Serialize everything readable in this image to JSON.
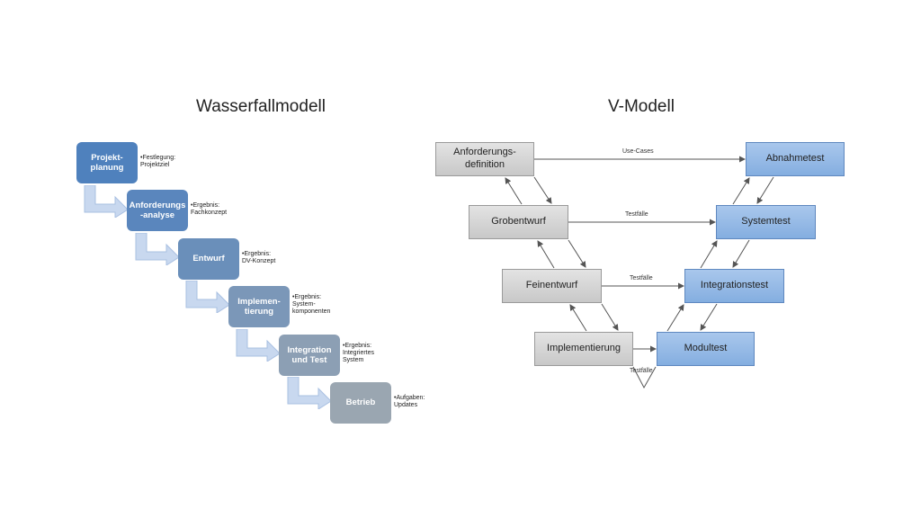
{
  "colors": {
    "waterfall_steps": [
      "#4f81bd",
      "#5a86bd",
      "#6a8fba",
      "#7b97b8",
      "#8c9fb4",
      "#9aa6b1"
    ],
    "waterfall_arrow_fill": "#c8d8ef",
    "waterfall_arrow_stroke": "#a9c0e2",
    "vmodel_left_box": "#d4d4d4",
    "vmodel_right_box": "#95b8e5",
    "connector": "#555555"
  },
  "waterfall": {
    "title": "Wasserfallmodell",
    "steps": [
      {
        "label": "Projekt-\nplanung",
        "note": "•Festlegung:\nProjektziel"
      },
      {
        "label": "Anforderungs\n-analyse",
        "note": "•Ergebnis:\nFachkonzept"
      },
      {
        "label": "Entwurf",
        "note": "•Ergebnis:\nDV-Konzept"
      },
      {
        "label": "Implemen-\ntierung",
        "note": "•Ergebnis:\nSystem-\nkomponenten"
      },
      {
        "label": "Integration\nund Test",
        "note": "•Ergebnis:\nIntegriertes\nSystem"
      },
      {
        "label": "Betrieb",
        "note": "•Aufgaben:\nUpdates"
      }
    ]
  },
  "vmodel": {
    "title": "V-Modell",
    "left": [
      {
        "label": "Anforderungs-\ndefinition"
      },
      {
        "label": "Grobentwurf"
      },
      {
        "label": "Feinentwurf"
      },
      {
        "label": "Implementierung"
      }
    ],
    "right": [
      {
        "label": "Abnahmetest"
      },
      {
        "label": "Systemtest"
      },
      {
        "label": "Integrationstest"
      },
      {
        "label": "Modultest"
      }
    ],
    "links": [
      {
        "label": "Use-Cases"
      },
      {
        "label": "Testfälle"
      },
      {
        "label": "Testfälle"
      },
      {
        "label": "Testfälle"
      }
    ]
  }
}
